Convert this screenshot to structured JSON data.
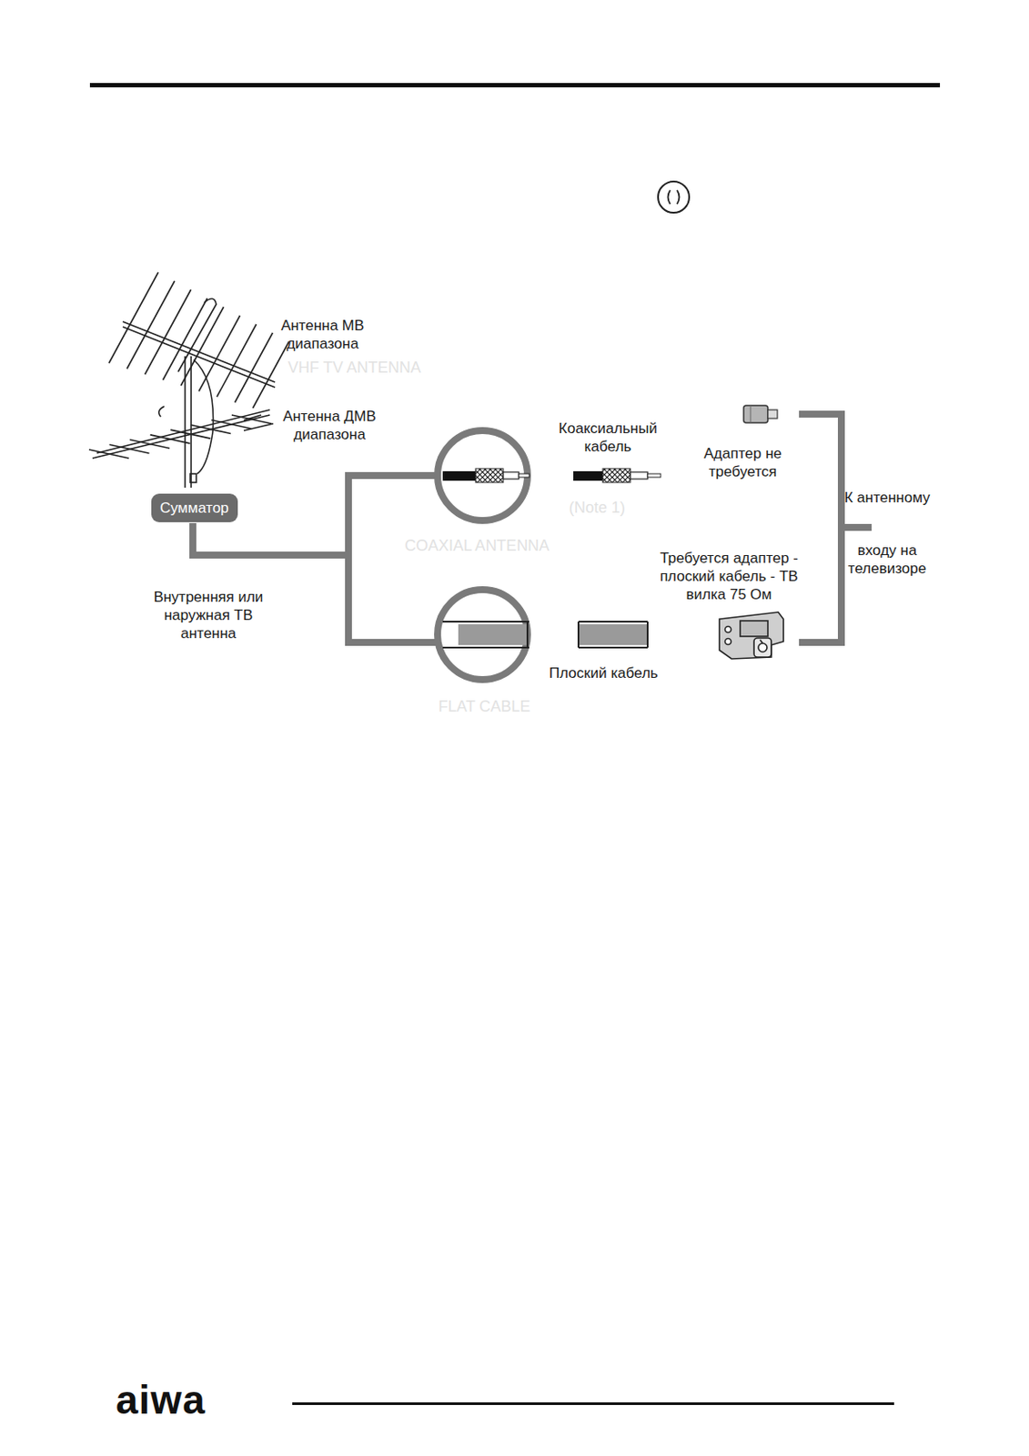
{
  "diagram": {
    "nodes": [
      {
        "text": [
          "Сумматор"
        ]
      }
    ],
    "labels": [
      "Антенна МВ диапазона",
      "Антенна ДМВ диапазона",
      "Внутренняя или наружная ТВ антенна",
      "Коаксиальный кабель",
      "Адаптер не требуется",
      "К антенному",
      "входу на телевизоре",
      "Требуется адаптер - плоский кабель - ТВ вилка 75 Ом",
      "Плоский кабель",
      "VHF TV ANTENNA",
      "(Note 1)",
      "COAXIAL ANTENNA",
      "FLAT CABLE",
      "aiwa"
    ]
  }
}
